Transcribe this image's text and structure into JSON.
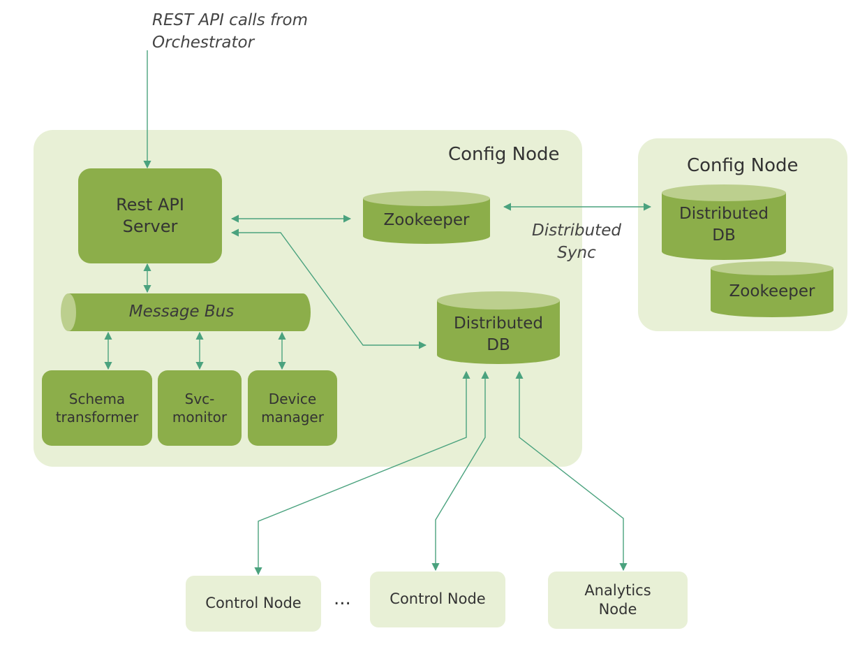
{
  "orchestrator_label": "REST API calls from Orchestrator",
  "main_node": {
    "title": "Config Node",
    "rest_api_server": "Rest API Server",
    "message_bus": "Message Bus",
    "zookeeper": "Zookeeper",
    "distributed_db": "Distributed DB",
    "services": [
      {
        "label": "Schema transformer"
      },
      {
        "label": "Svc-monitor"
      },
      {
        "label": "Device manager"
      }
    ]
  },
  "sync_label": "Distributed Sync",
  "peer_node": {
    "title": "Config Node",
    "distributed_db": "Distributed DB",
    "zookeeper": "Zookeeper"
  },
  "bottom_nodes": {
    "control_node_1": "Control Node",
    "ellipsis": "...",
    "control_node_2": "Control Node",
    "analytics_node": "Analytics Node"
  },
  "colors": {
    "panel": "#e8f0d6",
    "box": "#8cae4a",
    "cylinder_top": "#bccf8e",
    "arrow": "#4aa27e"
  }
}
